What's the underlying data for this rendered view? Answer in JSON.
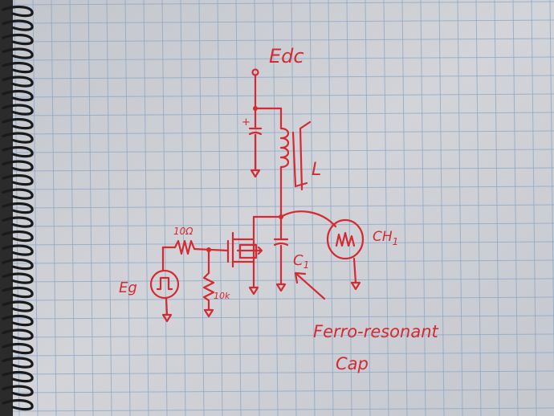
{
  "diagram": {
    "labels": {
      "supply": "Edc",
      "inductor": "L",
      "scope": "CH",
      "scope_sub": "1",
      "capacitor": "C",
      "capacitor_sub": "1",
      "gate_resistor": "10Ω",
      "pulldown_resistor": "10k",
      "source": "Eg",
      "plus": "+",
      "note_line1": "Ferro-resonant",
      "note_line2": "Cap"
    },
    "colors": {
      "ink": "#d42a30",
      "paper": "#c9ccd2",
      "grid": "#8aa6c8",
      "binding": "#1a1a1a"
    }
  }
}
